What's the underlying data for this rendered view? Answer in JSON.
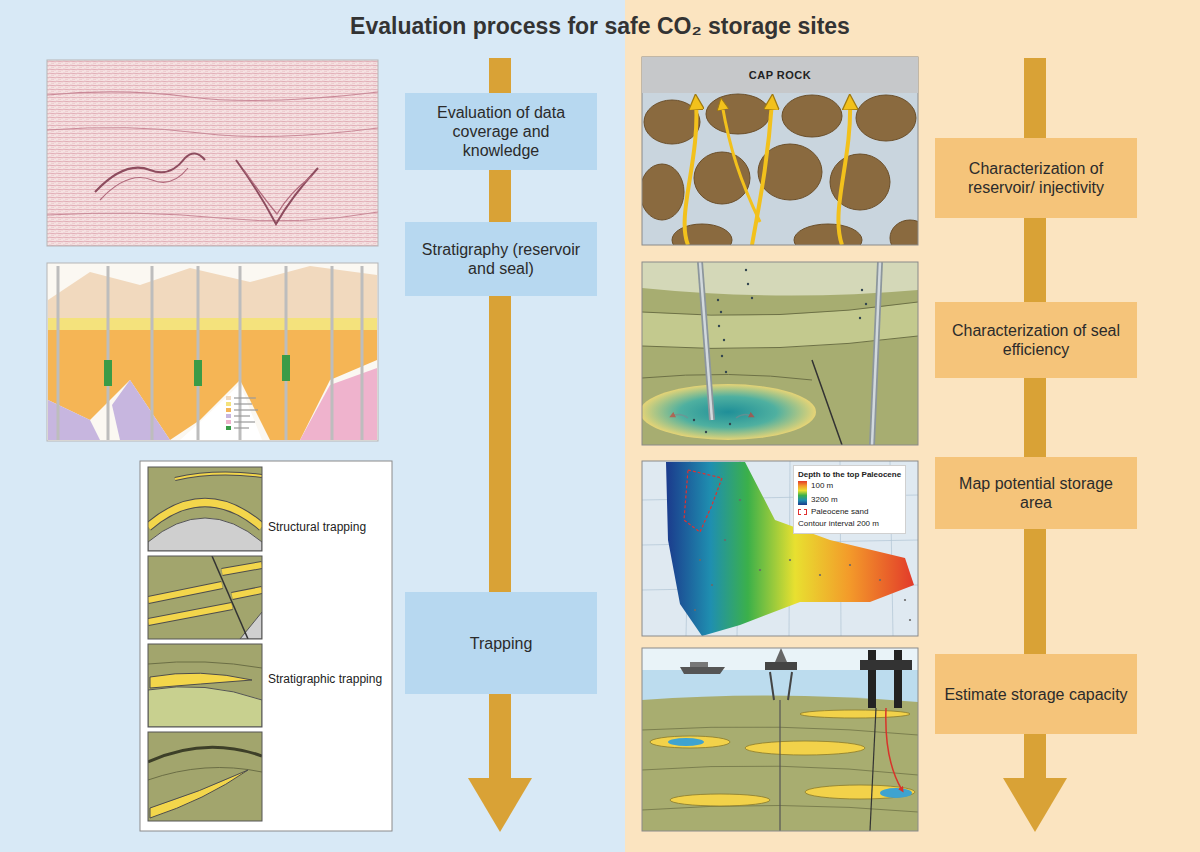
{
  "diagram": {
    "title": "Evaluation process for safe CO₂ storage sites",
    "nodes": [
      {
        "text": [
          "Evaluation of data coverage and knowledge"
        ]
      },
      {
        "text": [
          "Stratigraphy (reservoir and seal)"
        ]
      },
      {
        "text": [
          "Trapping"
        ]
      },
      {
        "text": [
          "CAP ROCK"
        ]
      },
      {
        "text": [
          "Characterization of reservoir/ injectivity"
        ]
      },
      {
        "text": [
          "Characterization of seal efficiency"
        ]
      },
      {
        "text": [
          "Map potential storage area"
        ]
      },
      {
        "text": [
          "Estimate storage capacity"
        ]
      }
    ],
    "labels": [
      "Structural trapping",
      "Stratigraphic trapping",
      "Depth to the top Paleocene",
      "100 m",
      "3200 m",
      "Contour interval 200 m"
    ],
    "legend": [
      {
        "text": "Paleocene sand"
      }
    ]
  }
}
